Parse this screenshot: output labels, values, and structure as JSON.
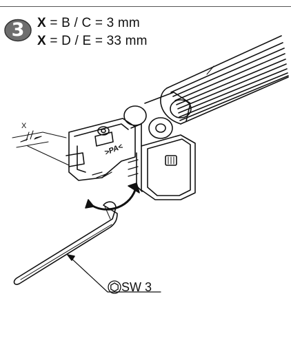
{
  "step": {
    "number": "3"
  },
  "formula_lines": [
    {
      "var": "X",
      "rest": " = B / C = 3 mm"
    },
    {
      "var": "X",
      "rest": " = D / E = 33 mm"
    }
  ],
  "wrench": {
    "label": "SW 3",
    "icon": "hex-socket-icon"
  },
  "part": {
    "marking": ">PA<"
  },
  "dimension": {
    "label": "X"
  },
  "colors": {
    "line": "#111111",
    "badge": "#6e6e6e",
    "background": "#ffffff"
  }
}
